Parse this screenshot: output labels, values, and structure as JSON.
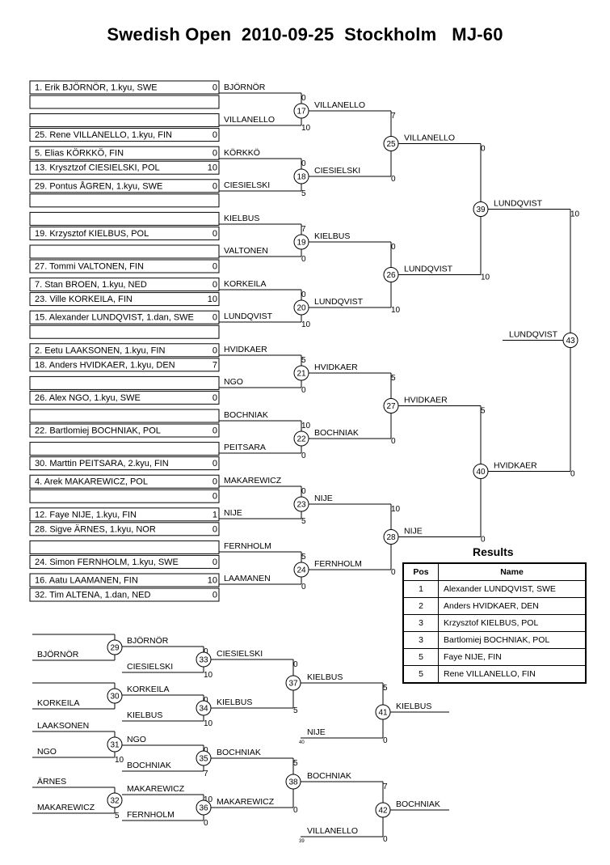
{
  "title": "Swedish Open  2010-09-25  Stockholm   MJ-60",
  "players": [
    {
      "text": "1. Erik BJÖRNÖR, 1.kyu, SWE",
      "score": "0"
    },
    {
      "text": "",
      "score": ""
    },
    {
      "text": "",
      "score": ""
    },
    {
      "text": "25. Rene VILLANELLO, 1.kyu, FIN",
      "score": "0"
    },
    {
      "text": "5. Elias KÖRKKÖ, FIN",
      "score": "0"
    },
    {
      "text": "13. Krysztzof CIESIELSKI, POL",
      "score": "10"
    },
    {
      "text": "29. Pontus ÅGREN, 1.kyu, SWE",
      "score": "0"
    },
    {
      "text": "",
      "score": ""
    },
    {
      "text": "",
      "score": ""
    },
    {
      "text": "19. Krzysztof KIELBUS, POL",
      "score": "0"
    },
    {
      "text": "",
      "score": ""
    },
    {
      "text": "27. Tommi VALTONEN, FIN",
      "score": "0"
    },
    {
      "text": "7. Stan BROEN, 1.kyu, NED",
      "score": "0"
    },
    {
      "text": "23. Ville KORKEILA, FIN",
      "score": "10"
    },
    {
      "text": "15. Alexander LUNDQVIST, 1.dan, SWE",
      "score": "0"
    },
    {
      "text": "",
      "score": ""
    },
    {
      "text": "2. Eetu LAAKSONEN, 1.kyu, FIN",
      "score": "0"
    },
    {
      "text": "18. Anders HVIDKAER, 1.kyu, DEN",
      "score": "7"
    },
    {
      "text": "",
      "score": ""
    },
    {
      "text": "26. Alex NGO, 1.kyu, SWE",
      "score": "0"
    },
    {
      "text": "",
      "score": ""
    },
    {
      "text": "22. Bartlomiej BOCHNIAK, POL",
      "score": "0"
    },
    {
      "text": "",
      "score": ""
    },
    {
      "text": "30. Marttin PEITSARA, 2.kyu, FIN",
      "score": "0"
    },
    {
      "text": "4. Arek MAKAREWICZ, POL",
      "score": "0"
    },
    {
      "text": "",
      "score": "0"
    },
    {
      "text": "12. Faye NIJE, 1.kyu, FIN",
      "score": "1"
    },
    {
      "text": "28. Sigve ÄRNES, 1.kyu, NOR",
      "score": "0"
    },
    {
      "text": "",
      "score": ""
    },
    {
      "text": "24. Simon FERNHOLM, 1.kyu, SWE",
      "score": "0"
    },
    {
      "text": "16. Aatu LAAMANEN, FIN",
      "score": "10"
    },
    {
      "text": "32. Tim ALTENA, 1.dan, NED",
      "score": "0"
    }
  ],
  "round1": [
    {
      "top": "BJÖRNÖR",
      "bottom": "VILLANELLO",
      "num": "17",
      "s1": "0",
      "s2": "10",
      "winner": "VILLANELLO"
    },
    {
      "top": "KÖRKKÖ",
      "bottom": "CIESIELSKI",
      "num": "18",
      "s1": "0",
      "s2": "5",
      "winner": "CIESIELSKI"
    },
    {
      "top": "KIELBUS",
      "bottom": "VALTONEN",
      "num": "19",
      "s1": "7",
      "s2": "0",
      "winner": "KIELBUS"
    },
    {
      "top": "KORKEILA",
      "bottom": "LUNDQVIST",
      "num": "20",
      "s1": "0",
      "s2": "10",
      "winner": "LUNDQVIST"
    },
    {
      "top": "HVIDKAER",
      "bottom": "NGO",
      "num": "21",
      "s1": "5",
      "s2": "0",
      "winner": "HVIDKAER"
    },
    {
      "top": "BOCHNIAK",
      "bottom": "PEITSARA",
      "num": "22",
      "s1": "10",
      "s2": "0",
      "winner": "BOCHNIAK"
    },
    {
      "top": "MAKAREWICZ",
      "bottom": "NIJE",
      "num": "23",
      "s1": "0",
      "s2": "5",
      "winner": "NIJE"
    },
    {
      "top": "FERNHOLM",
      "bottom": "LAAMANEN",
      "num": "24",
      "s1": "5",
      "s2": "0",
      "winner": "FERNHOLM"
    }
  ],
  "round2": [
    {
      "num": "25",
      "s1": "7",
      "s2": "0",
      "winner": "VILLANELLO"
    },
    {
      "num": "26",
      "s1": "0",
      "s2": "10",
      "winner": "LUNDQVIST"
    },
    {
      "num": "27",
      "s1": "5",
      "s2": "0",
      "winner": "HVIDKAER"
    },
    {
      "num": "28",
      "s1": "10",
      "s2": "0",
      "winner": "NIJE"
    }
  ],
  "round3": [
    {
      "num": "39",
      "s1": "0",
      "s2": "10",
      "winner": "LUNDQVIST"
    },
    {
      "num": "40",
      "s1": "5",
      "s2": "0",
      "winner": "HVIDKAER"
    }
  ],
  "final": {
    "num": "43",
    "s1": "10",
    "s2": "0",
    "winner": "LUNDQVIST"
  },
  "loser_bracket": {
    "r1": [
      {
        "top": "",
        "bottom": "BJÖRNÖR",
        "num": "29",
        "winner": "BJÖRNÖR"
      },
      {
        "top": "",
        "bottom": "KORKEILA",
        "num": "30",
        "winner": "KORKEILA"
      },
      {
        "top": "LAAKSONEN",
        "bottom": "NGO",
        "num": "31",
        "s1": "",
        "s2": "10",
        "winner": "NGO"
      },
      {
        "top": "ÄRNES",
        "bottom": "MAKAREWICZ",
        "num": "32",
        "s1": "",
        "s2": "5",
        "winner": "MAKAREWICZ"
      }
    ],
    "r2": [
      {
        "top": "BJÖRNÖR",
        "bottom": "CIESIELSKI",
        "num": "33",
        "s1": "0",
        "s2": "10",
        "winner": "CIESIELSKI"
      },
      {
        "top": "KORKEILA",
        "bottom": "KIELBUS",
        "num": "34",
        "s1": "0",
        "s2": "10",
        "winner": "KIELBUS"
      },
      {
        "top": "NGO",
        "bottom": "BOCHNIAK",
        "num": "35",
        "s1": "0",
        "s2": "7",
        "winner": "BOCHNIAK"
      },
      {
        "top": "MAKAREWICZ",
        "bottom": "FERNHOLM",
        "num": "36",
        "s1": "10",
        "s2": "0",
        "winner": "MAKAREWICZ"
      }
    ],
    "r3": [
      {
        "num": "37",
        "s1": "0",
        "s2": "5",
        "winner": "KIELBUS"
      },
      {
        "num": "38",
        "s1": "5",
        "s2": "0",
        "winner": "BOCHNIAK"
      }
    ],
    "r4": [
      {
        "top": "KIELBUS",
        "bottom": "NIJE",
        "bottom_note": "40",
        "num": "41",
        "s1": "5",
        "s2": "0",
        "winner": "KIELBUS"
      },
      {
        "top": "BOCHNIAK",
        "bottom": "VILLANELLO",
        "bottom_note": "39",
        "num": "42",
        "s1": "7",
        "s2": "0",
        "winner": "BOCHNIAK"
      }
    ]
  },
  "results": {
    "title": "Results",
    "headers": [
      "Pos",
      "Name"
    ],
    "rows": [
      {
        "pos": "1",
        "name": "Alexander LUNDQVIST, SWE"
      },
      {
        "pos": "2",
        "name": "Anders HVIDKAER, DEN"
      },
      {
        "pos": "3",
        "name": "Krzysztof KIELBUS, POL"
      },
      {
        "pos": "3",
        "name": "Bartlomiej BOCHNIAK, POL"
      },
      {
        "pos": "5",
        "name": "Faye NIJE, FIN"
      },
      {
        "pos": "5",
        "name": "Rene VILLANELLO, FIN"
      }
    ]
  }
}
